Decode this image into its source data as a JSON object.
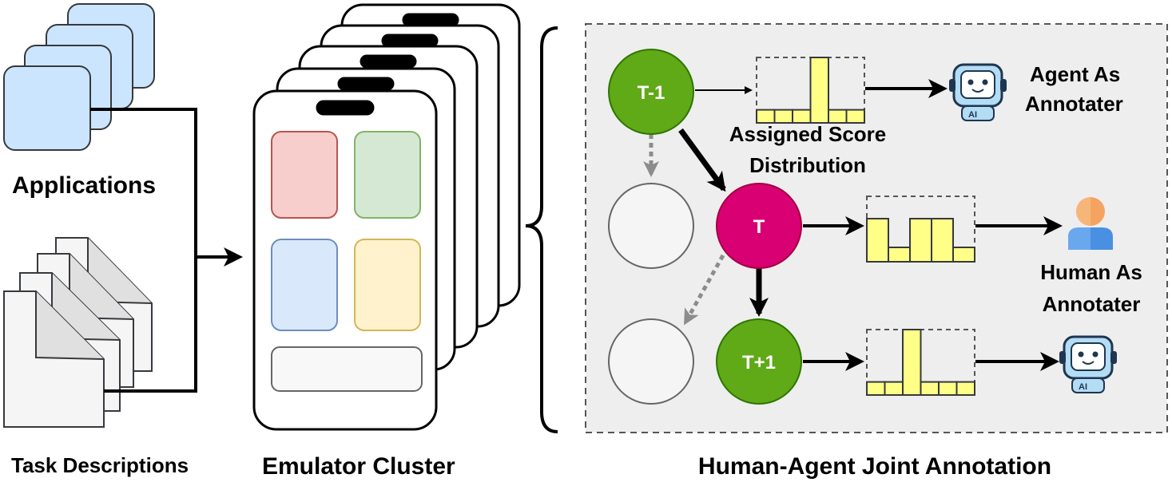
{
  "labels": {
    "applications": "Applications",
    "task_descriptions": "Task Descriptions",
    "emulator_cluster": "Emulator Cluster",
    "joint_annotation": "Human-Agent Joint Annotation",
    "assigned_score_line1": "Assigned Score",
    "assigned_score_line2": "Distribution",
    "agent_annotater_line1": "Agent As",
    "agent_annotater_line2": "Annotater",
    "human_annotater_line1": "Human As",
    "human_annotater_line2": "Annotater",
    "ai_badge": "AI"
  },
  "nodes": {
    "t_minus_1": "T-1",
    "t": "T",
    "t_plus_1": "T+1"
  },
  "score_distributions": {
    "t_minus_1": [
      1,
      1,
      1,
      5,
      1,
      1
    ],
    "t": [
      3,
      1,
      3,
      3,
      1
    ],
    "t_plus_1": [
      1,
      1,
      5,
      1,
      1,
      1
    ]
  },
  "colors": {
    "node_green": "#60a917",
    "node_magenta": "#d80073",
    "bar_fill": "#ffff88",
    "bar_stroke": "#36393d",
    "app_fill": "#cce5ff",
    "app_stroke": "#36393d",
    "panel_fill": "#eeeeee",
    "tile_red": "#f8cecc",
    "tile_green": "#d5e8d4",
    "tile_blue": "#dae8fc",
    "tile_yellow": "#fff2cc",
    "human_orange": "#f4a460",
    "human_blue": "#4a90e2",
    "robot_fill": "#b3dcf5"
  },
  "icons": [
    "application-window-icon",
    "document-icon",
    "phone-emulator-icon",
    "robot-agent-icon",
    "human-user-icon"
  ]
}
